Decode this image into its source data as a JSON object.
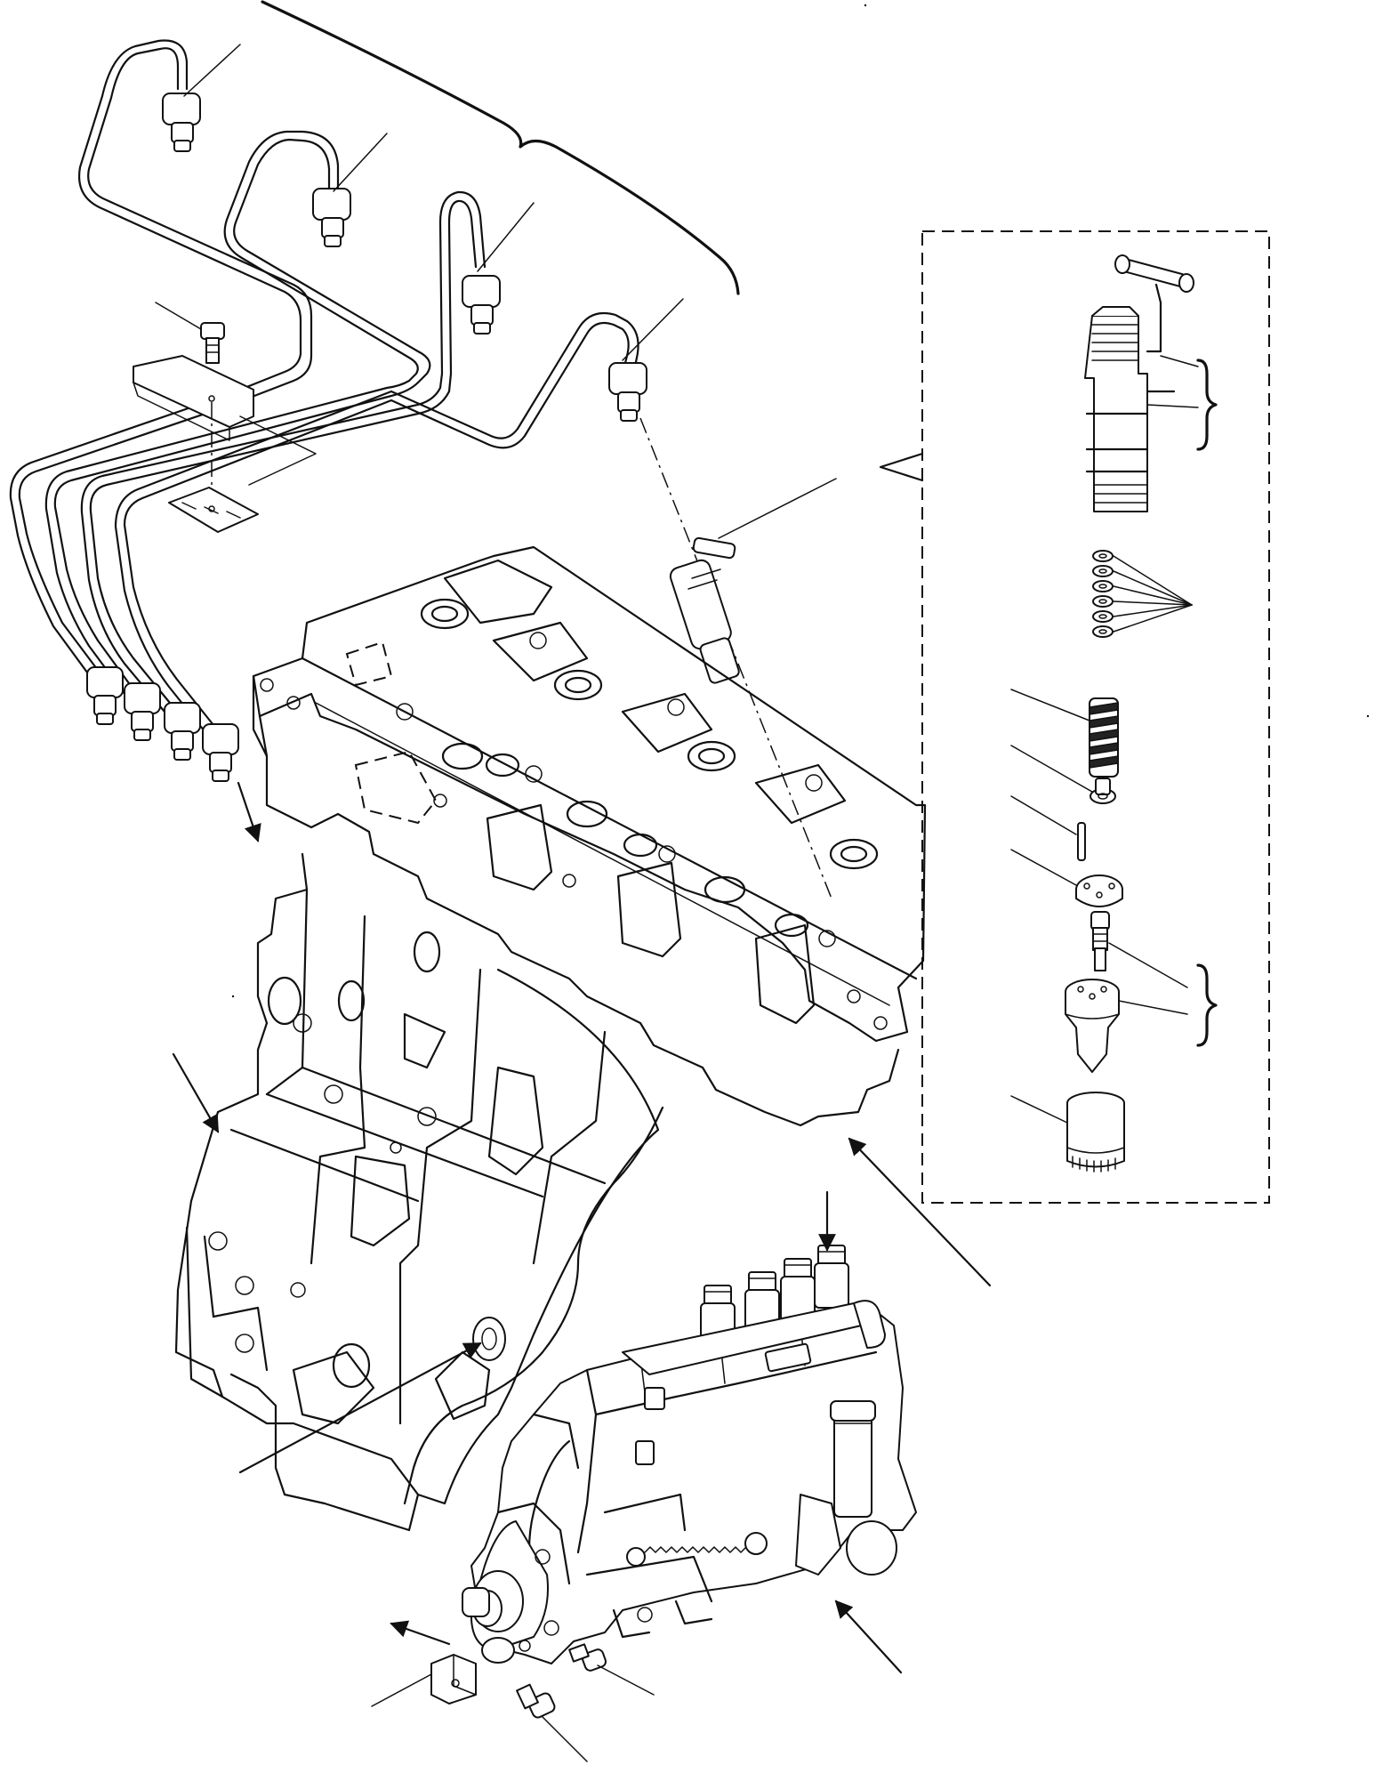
{
  "figure": {
    "text_labels": [],
    "assemblies": [
      "injection-pipes",
      "pipe-clamp",
      "cylinder-head",
      "cylinder-block",
      "fuel-injection-pump",
      "injector-exploded-view"
    ]
  }
}
